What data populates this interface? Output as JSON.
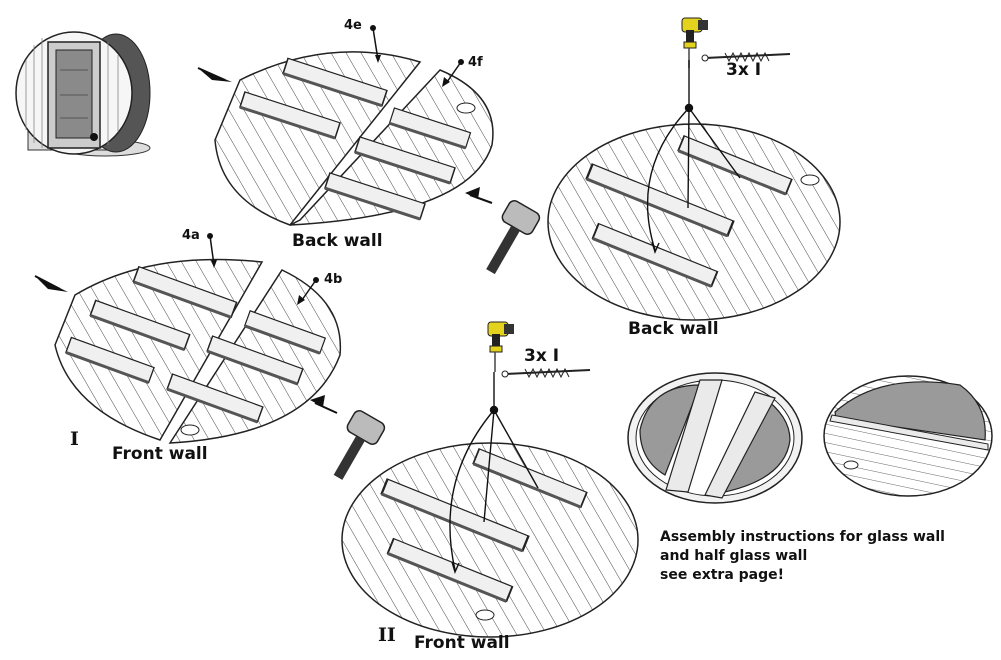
{
  "labels": {
    "back_wall_top": "Back wall",
    "back_wall_right": "Back wall",
    "front_wall_left": "Front wall",
    "front_wall_bottom": "Front wall",
    "step_one": "I",
    "step_two": "II",
    "part_4e": "4e",
    "part_4f": "4f",
    "part_4a": "4a",
    "part_4b": "4b",
    "screw_qty_top": "3x I",
    "screw_qty_bottom": "3x I"
  },
  "note": {
    "line1": "Assembly instructions for glass wall",
    "line2": "and half glass wall",
    "line3": "see extra page!"
  },
  "icons": [
    "barrel-sauna-icon",
    "cordless-drill-icon",
    "screw-icon",
    "rubber-mallet-icon",
    "arrow-icon",
    "glass-wall-icon",
    "half-glass-wall-icon"
  ],
  "colors": {
    "line": "#222222",
    "board": "#e9e9e9",
    "glass": "#9a9a9a",
    "ink": "#111111"
  }
}
